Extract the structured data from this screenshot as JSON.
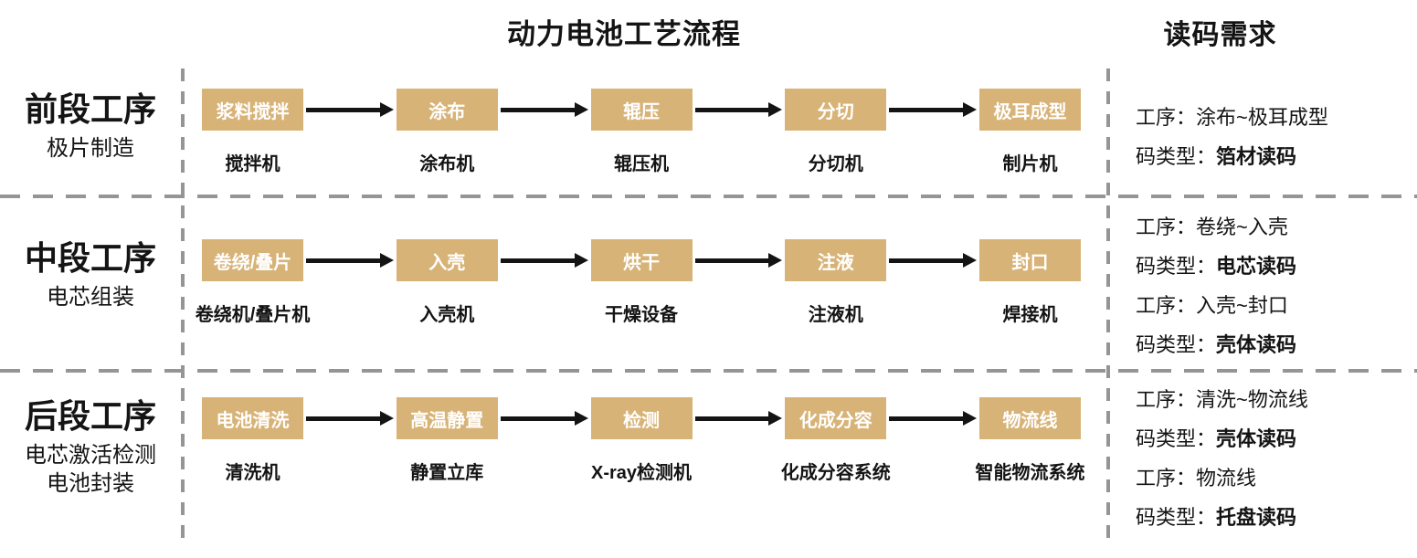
{
  "header": {
    "main_title": "动力电池工艺流程",
    "right_title": "读码需求"
  },
  "colors": {
    "box_fill": "#D8B377",
    "box_text": "#FFFFFF",
    "arrow": "#141414",
    "divider": "#959595",
    "text": "#141414"
  },
  "rows": [
    {
      "stage": "前段工序",
      "stage_sub": [
        "极片制造"
      ],
      "steps": [
        {
          "box": "浆料搅拌",
          "machine": "搅拌机"
        },
        {
          "box": "涂布",
          "machine": "涂布机"
        },
        {
          "box": "辊压",
          "machine": "辊压机"
        },
        {
          "box": "分切",
          "machine": "分切机"
        },
        {
          "box": "极耳成型",
          "machine": "制片机"
        }
      ],
      "requirements": [
        {
          "prefix": "工序：",
          "value": "涂布~极耳成型",
          "bold": false
        },
        {
          "prefix": "码类型：",
          "value": "箔材读码",
          "bold": true
        }
      ]
    },
    {
      "stage": "中段工序",
      "stage_sub": [
        "电芯组装"
      ],
      "steps": [
        {
          "box": "卷绕/叠片",
          "machine": "卷绕机/叠片机"
        },
        {
          "box": "入壳",
          "machine": "入壳机"
        },
        {
          "box": "烘干",
          "machine": "干燥设备"
        },
        {
          "box": "注液",
          "machine": "注液机"
        },
        {
          "box": "封口",
          "machine": "焊接机"
        }
      ],
      "requirements": [
        {
          "prefix": "工序：",
          "value": "卷绕~入壳",
          "bold": false
        },
        {
          "prefix": "码类型：",
          "value": "电芯读码",
          "bold": true
        },
        {
          "prefix": "工序：",
          "value": "入壳~封口",
          "bold": false
        },
        {
          "prefix": "码类型：",
          "value": "壳体读码",
          "bold": true
        }
      ]
    },
    {
      "stage": "后段工序",
      "stage_sub": [
        "电芯激活检测",
        "电池封装"
      ],
      "steps": [
        {
          "box": "电池清洗",
          "machine": "清洗机"
        },
        {
          "box": "高温静置",
          "machine": "静置立库"
        },
        {
          "box": "检测",
          "machine": "X-ray检测机"
        },
        {
          "box": "化成分容",
          "machine": "化成分容系统"
        },
        {
          "box": "物流线",
          "machine": "智能物流系统"
        }
      ],
      "requirements": [
        {
          "prefix": "工序：",
          "value": "清洗~物流线",
          "bold": false
        },
        {
          "prefix": "码类型：",
          "value": "壳体读码",
          "bold": true
        },
        {
          "prefix": "工序：",
          "value": "物流线",
          "bold": false
        },
        {
          "prefix": "码类型：",
          "value": "托盘读码",
          "bold": true
        }
      ]
    }
  ]
}
